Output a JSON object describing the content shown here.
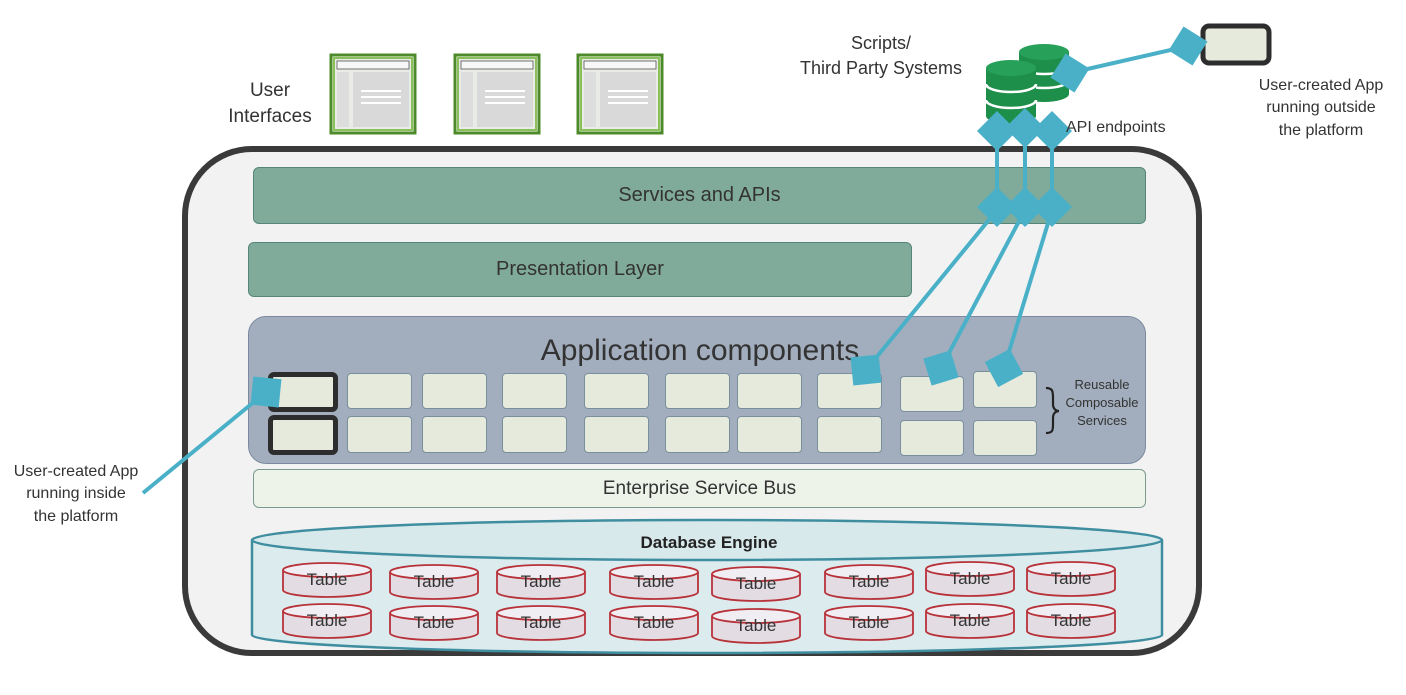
{
  "labels": {
    "user_interfaces": [
      "User",
      "Interfaces"
    ],
    "scripts": [
      "Scripts/",
      "Third Party Systems"
    ],
    "api_endpoints": "API endpoints",
    "app_outside": [
      "User-created App",
      "running outside",
      "the platform"
    ],
    "app_inside": [
      "User-created App",
      "running inside",
      "the platform"
    ],
    "reusable": [
      "Reusable",
      "Composable",
      "Services"
    ]
  },
  "layers": {
    "services_apis": "Services and APIs",
    "presentation": "Presentation Layer",
    "app_components": "Application components",
    "esb": "Enterprise Service Bus",
    "database": "Database Engine"
  },
  "tables": [
    "Table",
    "Table",
    "Table",
    "Table",
    "Table",
    "Table",
    "Table",
    "Table",
    "Table",
    "Table",
    "Table",
    "Table",
    "Table",
    "Table",
    "Table",
    "Table"
  ],
  "colors": {
    "layer_green": "#80ab9a",
    "app_components": "#a2aebd",
    "arrow": "#4ab0c8",
    "db_table": "#b8323a",
    "ui_frame": "#4c8a2a",
    "database_icon": "#1e8f4a"
  },
  "icons": [
    "browser-window-icon",
    "database-cylinder-icon",
    "app-device-icon"
  ]
}
